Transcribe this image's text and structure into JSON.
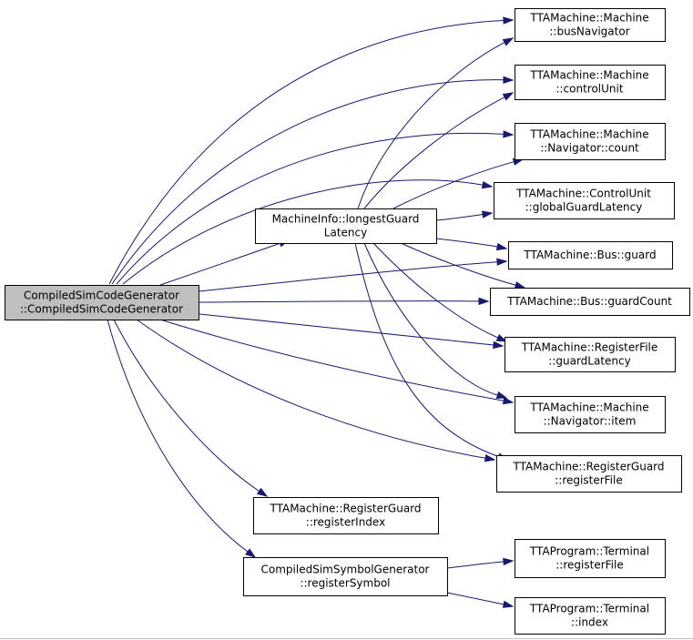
{
  "diagram": {
    "type": "call-graph",
    "edge_color": "#191970",
    "root_fill": "#bfbfbf",
    "node_fill": "#ffffff",
    "nodes": {
      "root": {
        "lines": [
          "CompiledSimCodeGenerator",
          "::CompiledSimCodeGenerator"
        ],
        "root": true
      },
      "mi": {
        "lines": [
          "MachineInfo::longestGuard",
          "Latency"
        ]
      },
      "busnav": {
        "lines": [
          "TTAMachine::Machine",
          "::busNavigator"
        ]
      },
      "cu": {
        "lines": [
          "TTAMachine::Machine",
          "::controlUnit"
        ]
      },
      "navcnt": {
        "lines": [
          "TTAMachine::Machine",
          "::Navigator::count"
        ]
      },
      "cugl": {
        "lines": [
          "TTAMachine::ControlUnit",
          "::globalGuardLatency"
        ]
      },
      "busg": {
        "lines": [
          "TTAMachine::Bus::guard"
        ]
      },
      "busgc": {
        "lines": [
          "TTAMachine::Bus::guardCount"
        ]
      },
      "rfgl": {
        "lines": [
          "TTAMachine::RegisterFile",
          "::guardLatency"
        ]
      },
      "navit": {
        "lines": [
          "TTAMachine::Machine",
          "::Navigator::item"
        ]
      },
      "rgrf": {
        "lines": [
          "TTAMachine::RegisterGuard",
          "::registerFile"
        ]
      },
      "rgri": {
        "lines": [
          "TTAMachine::RegisterGuard",
          "::registerIndex"
        ]
      },
      "csym": {
        "lines": [
          "CompiledSimSymbolGenerator",
          "::registerSymbol"
        ]
      },
      "termrf": {
        "lines": [
          "TTAProgram::Terminal",
          "::registerFile"
        ]
      },
      "termix": {
        "lines": [
          "TTAProgram::Terminal",
          "::index"
        ]
      }
    },
    "edges": [
      [
        "root",
        "busnav"
      ],
      [
        "root",
        "cu"
      ],
      [
        "root",
        "navcnt"
      ],
      [
        "root",
        "cugl"
      ],
      [
        "root",
        "mi"
      ],
      [
        "root",
        "busg"
      ],
      [
        "root",
        "busgc"
      ],
      [
        "root",
        "rfgl"
      ],
      [
        "root",
        "navit"
      ],
      [
        "root",
        "rgrf"
      ],
      [
        "root",
        "rgri"
      ],
      [
        "root",
        "csym"
      ],
      [
        "mi",
        "busnav"
      ],
      [
        "mi",
        "cu"
      ],
      [
        "mi",
        "navcnt"
      ],
      [
        "mi",
        "cugl"
      ],
      [
        "mi",
        "busg"
      ],
      [
        "mi",
        "busgc"
      ],
      [
        "mi",
        "rfgl"
      ],
      [
        "mi",
        "navit"
      ],
      [
        "mi",
        "rgrf"
      ],
      [
        "csym",
        "termrf"
      ],
      [
        "csym",
        "termix"
      ]
    ]
  }
}
